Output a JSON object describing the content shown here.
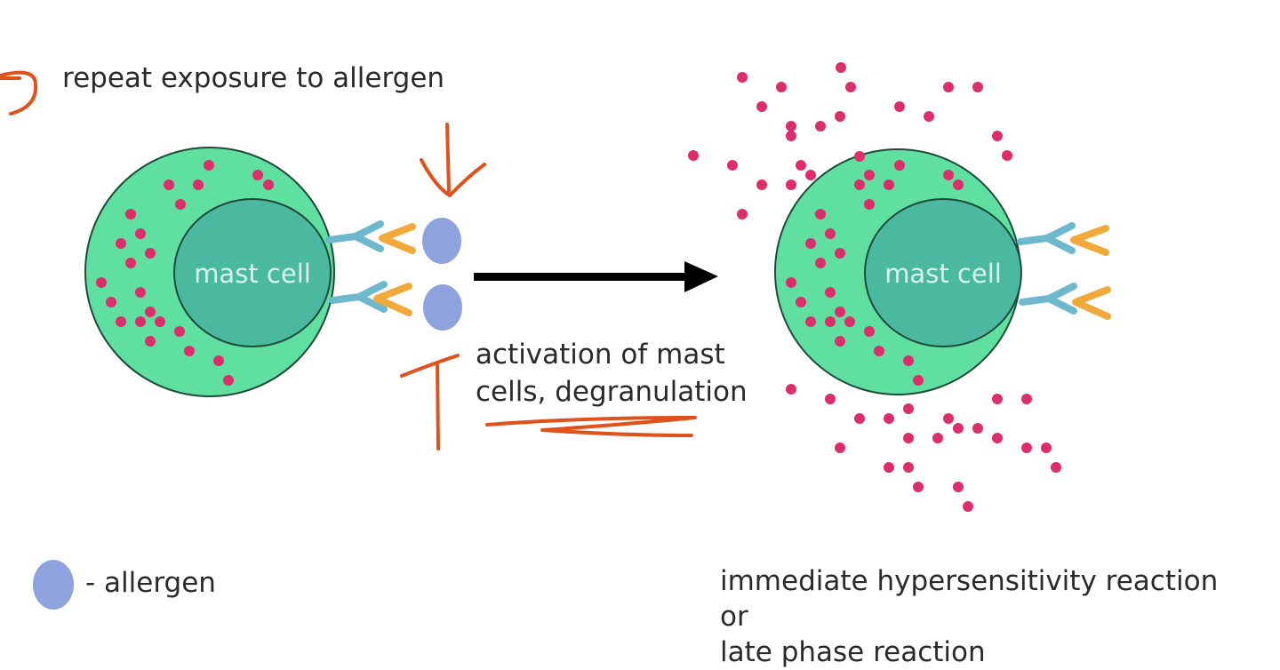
{
  "labels": {
    "repeat_exposure": "repeat exposure to allergen",
    "cell_left": "mast cell",
    "cell_right": "mast cell",
    "activation_line1": "activation of mast",
    "activation_line2": "cells, degranulation",
    "legend_text": "- allergen",
    "outcome_line1": "immediate hypersensitivity reaction",
    "outcome_line2": "or",
    "outcome_line3": "late phase reaction"
  },
  "colors": {
    "cell_body": "#5fe0a0",
    "nucleus": "#4bb8a0",
    "nucleus_text": "#d8f4ec",
    "granule": "#dd2d6a",
    "antibody_blue": "#6db8cc",
    "antibody_orange": "#f2a93b",
    "allergen": "#8ea3de",
    "arrow": "#000000",
    "annotation": "#e0521c"
  }
}
